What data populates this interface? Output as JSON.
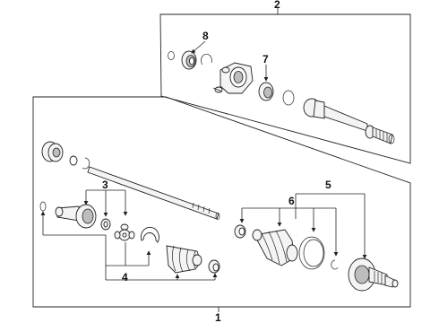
{
  "diagram": {
    "callouts": {
      "c1": "1",
      "c2": "2",
      "c3": "3",
      "c4": "4",
      "c5": "5",
      "c6": "6",
      "c7": "7",
      "c8": "8"
    },
    "colors": {
      "line": "#222222",
      "shade": "#bdbdbd",
      "background": "#ffffff"
    }
  }
}
